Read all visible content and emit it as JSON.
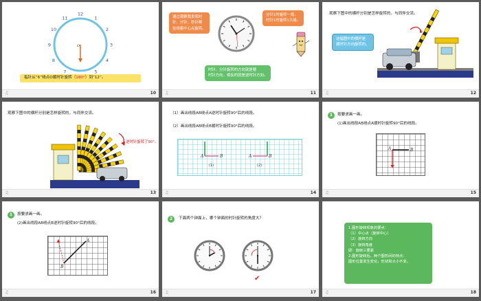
{
  "slides": {
    "s10": {
      "page": "10",
      "clock_numbers": [
        "12",
        "1",
        "2",
        "3",
        "4",
        "5",
        "6",
        "7",
        "8",
        "9",
        "10",
        "11"
      ],
      "caption_pre": "指针从“6”绕点O顺时针旋转（",
      "caption_ans": "180°",
      "caption_post": "）到“12”。"
    },
    "s11": {
      "page": "11",
      "bubble_left": [
        "通过观察我发现时",
        "针、分针、秒针都",
        "在绕着中心点旋转。"
      ],
      "bubble_right": [
        "分针1时旋转一周，",
        "时针1时旋转1大格。"
      ],
      "bubble_bottom": [
        "时针、分针旋转的方向就是顺",
        "时针方向，相反的就是逆时针方向。"
      ]
    },
    "s12": {
      "page": "12",
      "title": "观察下图中的横杆分别是怎样旋转的，与同伴交流。",
      "bubble": [
        "这幅图中的横杆是",
        "顺时针方向旋转的。"
      ]
    },
    "s13": {
      "page": "13",
      "title": "观察下图中的横杆分别是怎样旋转的，与同伴交流。",
      "annotation": "逆时针旋转了90°。"
    },
    "s14": {
      "page": "14",
      "q1": "（1）画出线段AB绕点A逆时针旋转90°后的线段。",
      "q2": "（2）画出线段AB绕点B顺时针旋转90°后的线段。",
      "label_a": "A",
      "label_b": "B",
      "label_1": "(1)",
      "label_2": "(2)"
    },
    "s15": {
      "page": "15",
      "badge": "1",
      "title": "按要求画一画。",
      "q": "(1)画出线段AB绕点A顺时针旋转90°后的线段。",
      "label_a": "A",
      "label_b": "B"
    },
    "s16": {
      "page": "16",
      "badge": "1",
      "title": "按要求画一画。",
      "q": "(2)画出线段AB绕点B逆时针旋转90°后的线段。",
      "label_a": "A",
      "label_b": "B"
    },
    "s17": {
      "page": "17",
      "badge": "2",
      "q": "下面两个钟面上，哪个钟面的时针旋转的角度大？",
      "check": "✔"
    },
    "s18": {
      "page": "18",
      "lines": [
        "1.图形旋转现象的要点：",
        "（1）中心点（旋转中心）",
        "（2）旋转方向",
        "（3）旋转角度",
        "即：旋转三要素",
        "2.图形旋转后，两个图形间的特点：",
        "图形位置发生变化，形状和大小不变。"
      ]
    }
  },
  "icons": {
    "footer": "speaker-icon"
  },
  "colors": {
    "clock_face": "#6fc4e6",
    "bubble_orange": "#f08a4b",
    "bubble_green": "#62c16a",
    "accent_red": "#e02020",
    "grid_cyan": "#7fd4dc",
    "green_summary": "#5cb85c"
  }
}
